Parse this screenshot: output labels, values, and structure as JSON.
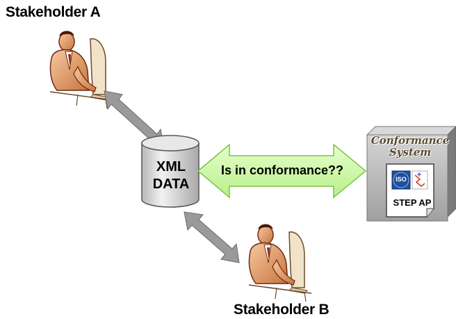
{
  "stakeholders": {
    "a_label": "Stakeholder A",
    "b_label": "Stakeholder B"
  },
  "database": {
    "line1": "XML",
    "line2": "DATA"
  },
  "conformance_arrow": {
    "text": "Is in conformance??",
    "fill_color": "#ccff99"
  },
  "conformance_system": {
    "title_line1": "Conformance",
    "title_line2": "System",
    "logo_text": "ISO",
    "document_label": "STEP AP"
  },
  "colors": {
    "connector_arrow": "#9a9a9a",
    "cylinder": "#d9d9d9",
    "box_front": "#b5b5b5",
    "iso_blue": "#1f4f9f"
  }
}
